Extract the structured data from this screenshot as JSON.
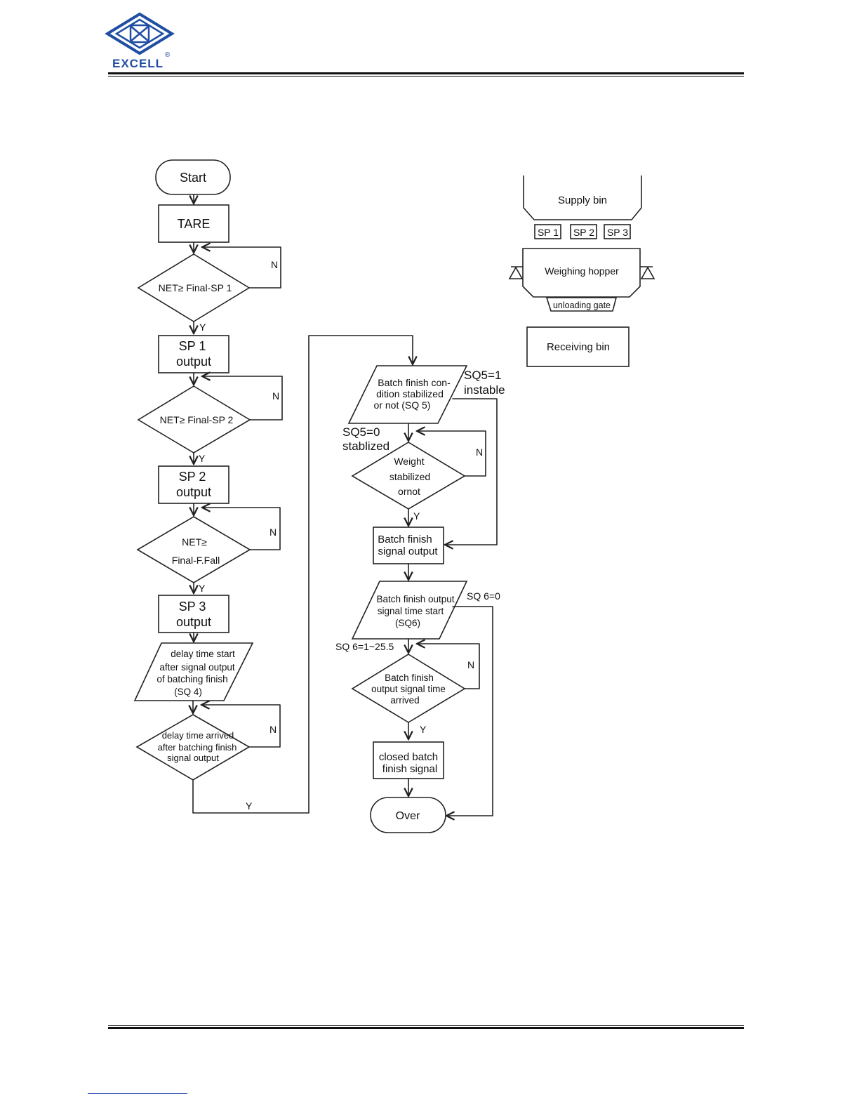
{
  "header": {
    "logo_text": "EXCELL",
    "logo_mark": "®",
    "brand_color": "#1f4ea3"
  },
  "flowchart": {
    "start": "Start",
    "tare": "TARE",
    "d1": "NET≥ Final-SP 1",
    "sp1": [
      "SP 1",
      "output"
    ],
    "d2": "NET≥ Final-SP 2",
    "sp2": [
      "SP 2",
      "output"
    ],
    "d3": [
      "NET≥",
      "Final-F.Fall"
    ],
    "sp3": [
      "SP 3",
      "output"
    ],
    "sq4": [
      "delay time start",
      "after signal output",
      "of batching finish",
      "(SQ 4)"
    ],
    "d4": [
      "delay time arrived",
      "after batching finish",
      "signal output"
    ],
    "sq5": [
      "Batch finish con-",
      "dition stabilized",
      "or not (SQ 5)"
    ],
    "sq5_1": [
      "SQ5=1",
      "instable"
    ],
    "sq5_0": [
      "SQ5=0",
      "stablized"
    ],
    "d5": [
      "Weight",
      "stabilized",
      "ornot"
    ],
    "batch_output": [
      "Batch finish",
      "signal output"
    ],
    "sq6": [
      "Batch finish output",
      "signal  time start",
      "(SQ6)"
    ],
    "sq6_0": "SQ 6=0",
    "sq6_range": "SQ 6=1~25.5",
    "d6": [
      "Batch finish",
      "output signal  time",
      "arrived"
    ],
    "closed": [
      "closed batch",
      "finish signal"
    ],
    "over": "Over",
    "yes": "Y",
    "no": "N"
  },
  "equipment": {
    "supply_bin": "Supply bin",
    "sp1": "SP 1",
    "sp2": "SP 2",
    "sp3": "SP 3",
    "hopper": "Weighing hopper",
    "gate": "unloading gate",
    "receiving": "Receiving bin"
  }
}
